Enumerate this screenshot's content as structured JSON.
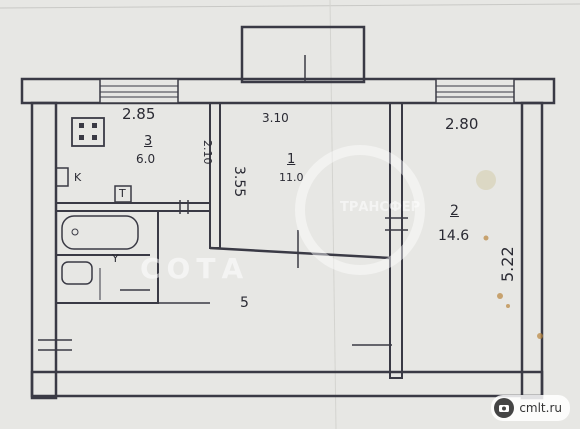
{
  "dimensions": {
    "kitchen_width": "2.85",
    "room1_width": "3.10",
    "room2_width": "2.80",
    "kitchen_depth": "2.10",
    "room1_depth": "3.55",
    "room2_depth": "5.22"
  },
  "rooms": {
    "kitchen": {
      "number": "3",
      "area": "6.0"
    },
    "room1": {
      "number": "1",
      "area": "11.0"
    },
    "room2": {
      "number": "2",
      "area": "14.6"
    },
    "hall": {
      "number": "5"
    }
  },
  "fixtures": {
    "stove_mark": "K",
    "riser_mark": "T",
    "wc_mark": "Y"
  },
  "watermarks": {
    "left": "СОТА",
    "right": "ТРАНСФЕР"
  },
  "site": {
    "name": "cmlt.ru"
  },
  "colors": {
    "paper": "#e7e7e4",
    "ink": "#2a2a33",
    "wall": "#3a3a45"
  }
}
